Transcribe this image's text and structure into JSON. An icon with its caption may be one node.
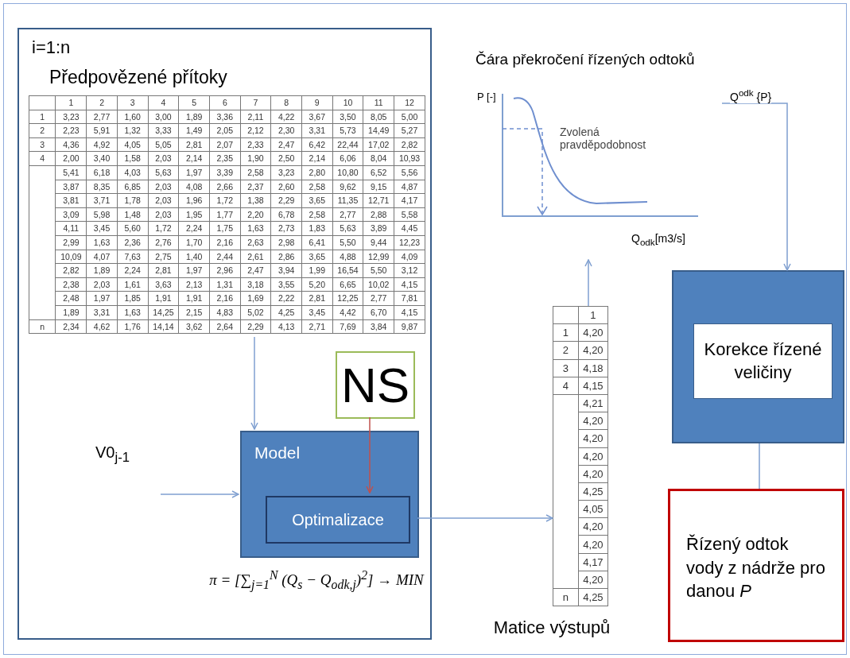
{
  "diagram": {
    "nodes": [
      {
        "text": [
          "i=1:n"
        ]
      },
      {
        "text": [
          "Předpovězené přítoky"
        ],
        "in": 0
      },
      {
        "text": [
          "NS"
        ],
        "in": 0
      },
      {
        "text": [
          "Model"
        ],
        "in": 0,
        "beside": [
          "π = [∑$_{j=1}$$^{N}$ (Q$_{s}$ − Q$_{odk,j}$)$^{2}$] → MIN"
        ]
      },
      {
        "text": [
          "Optimalizace"
        ],
        "in": 3
      },
      {
        "text": [
          "V0$_{j-1}$"
        ],
        "in": 0
      },
      {
        "text": [
          "Matice výstupů"
        ]
      },
      {
        "text": [
          "Čára překročení řízených odtoků"
        ]
      },
      {
        "text": [],
        "shape": "box"
      },
      {
        "text": [
          "Korekce řízené veličiny"
        ],
        "in": 8
      },
      {
        "text": [
          "Řízený odtok vody z nádrže pro danou *P*"
        ]
      }
    ],
    "edges": [
      {
        "from": 1,
        "to": 3,
        "arrow": "to"
      },
      {
        "from": 2,
        "to": 4,
        "arrow": "to",
        "color": "#c0504d"
      },
      {
        "from": 5,
        "to": 3,
        "arrow": "to"
      },
      {
        "from": 3,
        "to": 6,
        "arrow": "to"
      },
      {
        "from": 6,
        "to": 7,
        "arrow": "to"
      },
      {
        "from": 7,
        "to": 8,
        "arrow": "to",
        "label": "Q$^{odk}$ {P}"
      },
      {
        "from": 8,
        "to": 10,
        "arrow": "none"
      }
    ],
    "labels": [
      "1",
      "2",
      "3",
      "4",
      "5",
      "6",
      "7",
      "8",
      "9",
      "10",
      "11",
      "12",
      "1",
      "3,23",
      "2,77",
      "1,60",
      "3,00",
      "1,89",
      "3,36",
      "2,11",
      "4,22",
      "3,67",
      "3,50",
      "8,05",
      "5,00",
      "2",
      "2,23",
      "5,91",
      "1,32",
      "3,33",
      "1,49",
      "2,05",
      "2,12",
      "2,30",
      "3,31",
      "5,73",
      "14,49",
      "5,27",
      "3",
      "4,36",
      "4,92",
      "4,05",
      "5,05",
      "2,81",
      "2,07",
      "2,33",
      "2,47",
      "6,42",
      "22,44",
      "17,02",
      "2,82",
      "4",
      "2,00",
      "3,40",
      "1,58",
      "2,03",
      "2,14",
      "2,35",
      "1,90",
      "2,50",
      "2,14",
      "6,06",
      "8,04",
      "10,93",
      "5,41",
      "6,18",
      "4,03",
      "5,63",
      "1,97",
      "3,39",
      "2,58",
      "3,23",
      "2,80",
      "10,80",
      "6,52",
      "5,56",
      "3,87",
      "8,35",
      "6,85",
      "2,03",
      "4,08",
      "2,66",
      "2,37",
      "2,60",
      "2,58",
      "9,62",
      "9,15",
      "4,87",
      "3,81",
      "3,71",
      "1,78",
      "2,03",
      "1,96",
      "1,72",
      "1,38",
      "2,29",
      "3,65",
      "11,35",
      "12,71",
      "4,17",
      "3,09",
      "5,98",
      "1,48",
      "2,03",
      "1,95",
      "1,77",
      "2,20",
      "6,78",
      "2,58",
      "2,77",
      "2,88",
      "5,58",
      "4,11",
      "3,45",
      "5,60",
      "1,72",
      "2,24",
      "1,75",
      "1,63",
      "2,73",
      "1,83",
      "5,63",
      "3,89",
      "4,45",
      "2,99",
      "1,63",
      "2,36",
      "2,76",
      "1,70",
      "2,16",
      "2,63",
      "2,98",
      "6,41",
      "5,50",
      "9,44",
      "12,23",
      "10,09",
      "4,07",
      "7,63",
      "2,75",
      "1,40",
      "2,44",
      "2,61",
      "2,86",
      "3,65",
      "4,88",
      "12,99",
      "4,09",
      "2,82",
      "1,89",
      "2,24",
      "2,81",
      "1,97",
      "2,96",
      "2,47",
      "3,94",
      "1,99",
      "16,54",
      "5,50",
      "3,12",
      "2,38",
      "2,03",
      "1,61",
      "3,63",
      "2,13",
      "1,31",
      "3,18",
      "3,55",
      "5,20",
      "6,65",
      "10,02",
      "4,15",
      "2,48",
      "1,97",
      "1,85",
      "1,91",
      "1,91",
      "2,16",
      "1,69",
      "2,22",
      "2,81",
      "12,25",
      "2,77",
      "7,81",
      "1,89",
      "3,31",
      "1,63",
      "14,25",
      "2,15",
      "4,83",
      "5,02",
      "4,25",
      "3,45",
      "4,42",
      "6,70",
      "4,15",
      "n",
      "2,34",
      "4,62",
      "1,76",
      "14,14",
      "3,62",
      "2,64",
      "2,29",
      "4,13",
      "2,71",
      "7,69",
      "3,84",
      "9,87",
      "P [-]",
      "Zvolená pravděpodobnost",
      "Q$_{odk}$[m3/s]",
      "1",
      "1",
      "4,20",
      "2",
      "4,20",
      "3",
      "4,18",
      "4",
      "4,15",
      "4,21",
      "4,20",
      "4,20",
      "4,20",
      "4,20",
      "4,25",
      "4,05",
      "4,20",
      "4,20",
      "4,17",
      "4,20",
      "n",
      "4,25"
    ]
  }
}
